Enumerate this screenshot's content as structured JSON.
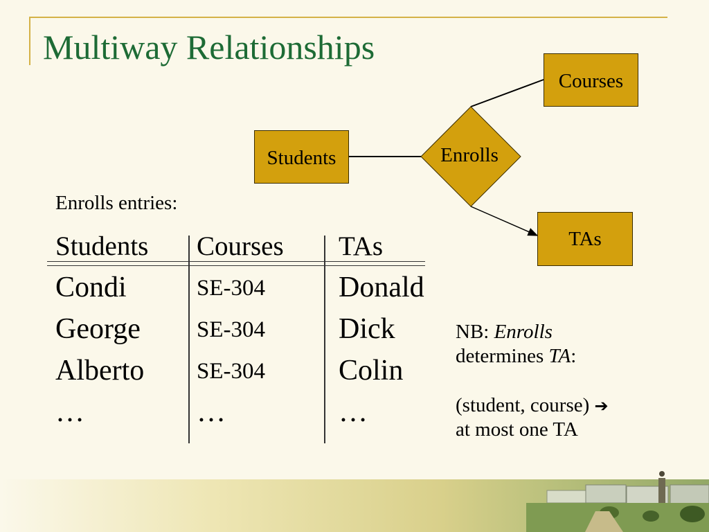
{
  "slide": {
    "title": "Multiway Relationships"
  },
  "diagram": {
    "entities": {
      "courses": "Courses",
      "students": "Students",
      "tas": "TAs"
    },
    "relationship": "Enrolls",
    "fill_color": "#d3a00d"
  },
  "table": {
    "caption": "Enrolls entries:",
    "headers": [
      "Students",
      "Courses",
      "TAs"
    ],
    "rows": [
      [
        "Condi",
        "SE-304",
        "Donald"
      ],
      [
        "George",
        "SE-304",
        "Dick"
      ],
      [
        "Alberto",
        "SE-304",
        "Colin"
      ],
      [
        "…",
        "…",
        "…"
      ]
    ]
  },
  "note": {
    "prefix": "NB: ",
    "relationship_name": "Enrolls",
    "determines_word": "determines ",
    "determined": "TA",
    "colon": ":",
    "rule_left": "(student, course) ",
    "arrow_icon": "right-arrow-icon",
    "rule_right": "at most one TA"
  },
  "colors": {
    "title": "#1d6b35",
    "background": "#fbf8ea",
    "frame": "#d4b247"
  }
}
